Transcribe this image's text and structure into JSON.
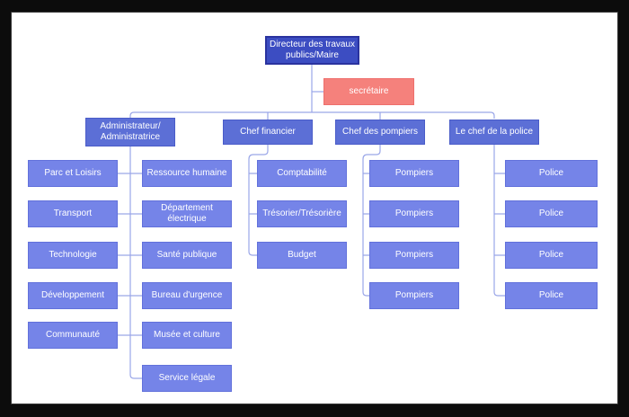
{
  "window": {
    "frame_color": "#0c0c0c",
    "canvas_color": "#ffffff"
  },
  "colors": {
    "root_fill": "#3c4dc2",
    "root_border": "#2a339f",
    "assistant_fill": "#f5817c",
    "assistant_border": "#ee6f6c",
    "manager_fill": "#5c6fd6",
    "manager_border": "#4a5cc8",
    "child_fill": "#7584e8",
    "child_border": "#6271db",
    "connector": "#9aa6e8",
    "text": "#ffffff"
  },
  "org": {
    "root": {
      "label": "Directeur des travaux\npublics/Maire"
    },
    "assistant": {
      "label": "secrétaire"
    },
    "managers": [
      {
        "id": "admin",
        "label": "Administrateur/\nAdministratrice"
      },
      {
        "id": "finance",
        "label": "Chef financier"
      },
      {
        "id": "fire",
        "label": "Chef des pompiers"
      },
      {
        "id": "police",
        "label": "Le chef de la police"
      }
    ],
    "admin_children_left": [
      "Parc et Loisirs",
      "Transport",
      "Technologie",
      "Développement",
      "Communauté"
    ],
    "admin_children_right": [
      "Ressource humaine",
      "Département électrique",
      "Santé publique",
      "Bureau d'urgence",
      "Musée et culture",
      "Service légale"
    ],
    "finance_children": [
      "Comptabilité",
      "Trésorier/Trésorière",
      "Budget"
    ],
    "fire_children": [
      "Pompiers",
      "Pompiers",
      "Pompiers",
      "Pompiers"
    ],
    "police_children": [
      "Police",
      "Police",
      "Police",
      "Police"
    ]
  }
}
